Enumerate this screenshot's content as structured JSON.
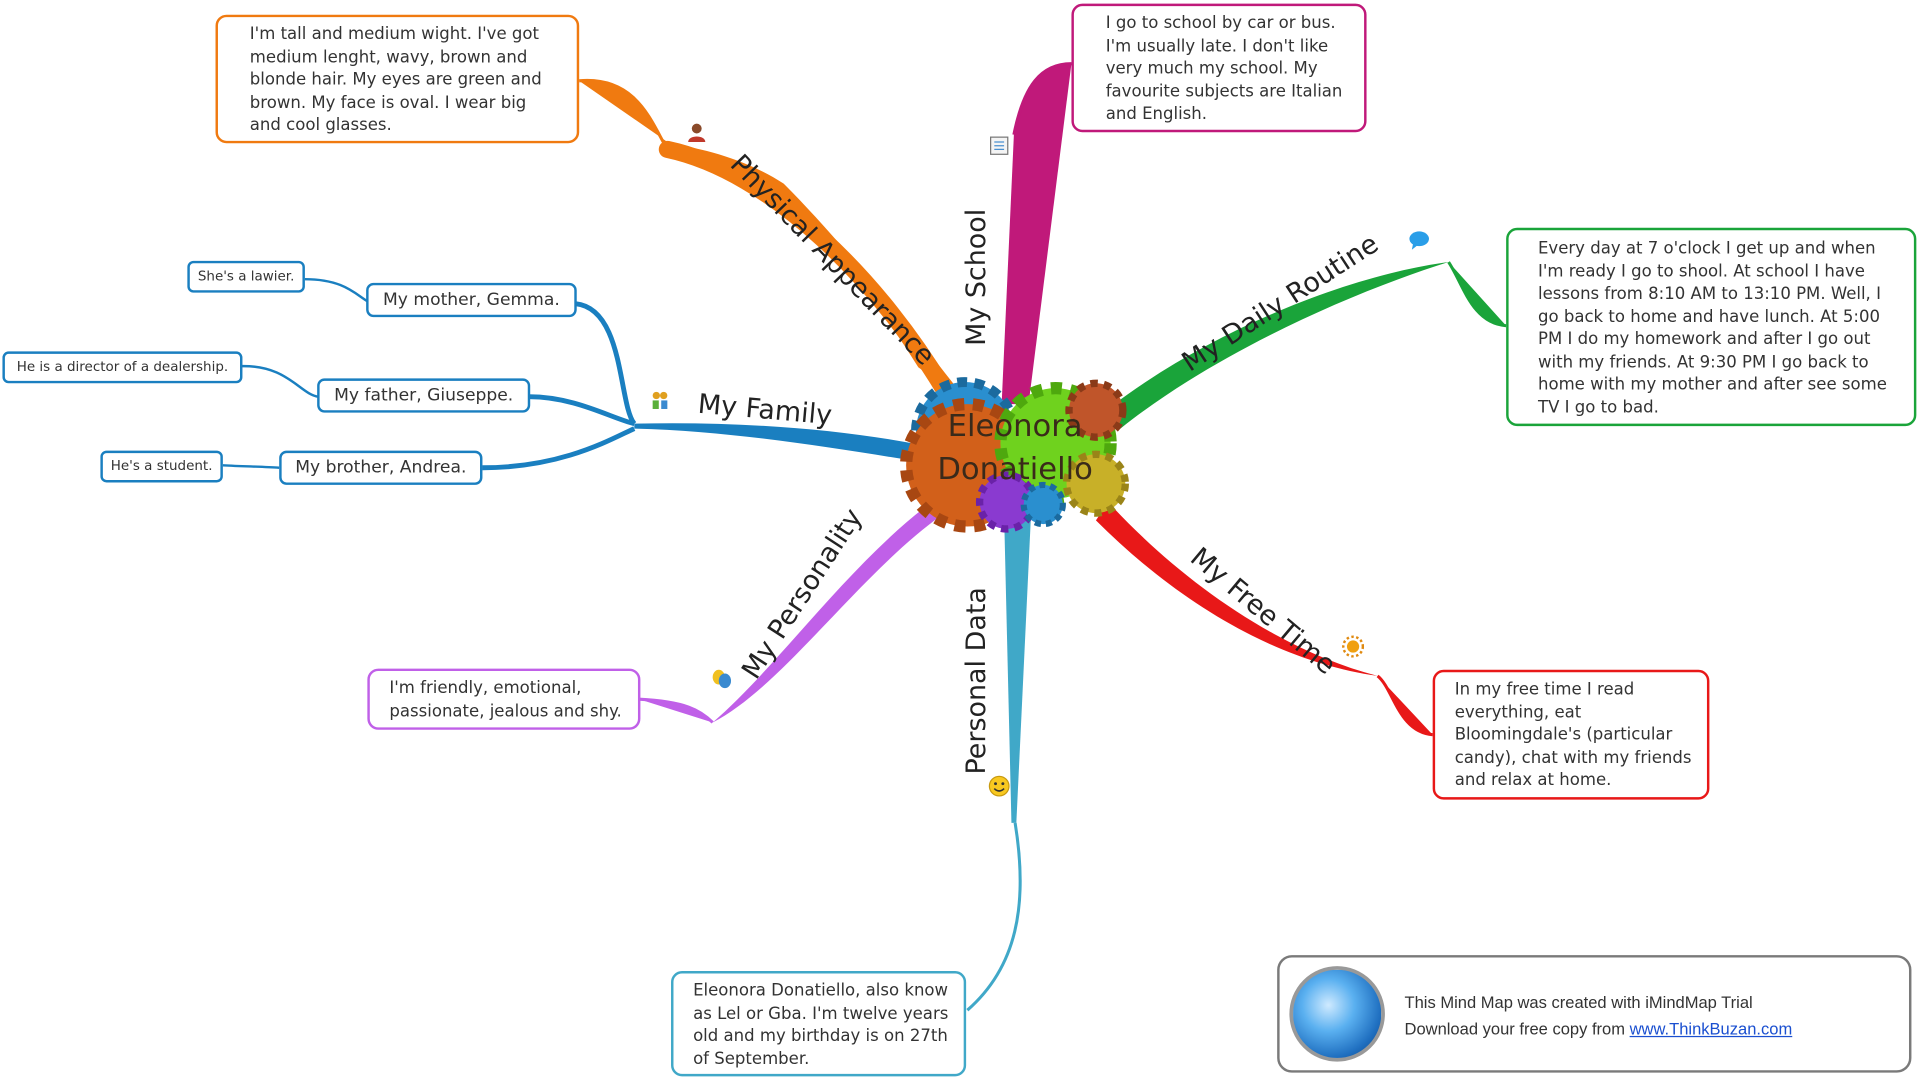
{
  "center": {
    "line1": "Eleonora",
    "line2": "Donatiello"
  },
  "branches": {
    "physical_appearance": {
      "label": "Physical Appearance",
      "color": "#f07a10",
      "text": [
        "I'm tall and medium wight. I've got",
        "medium lenght, wavy, brown and",
        "blonde hair. My eyes are green and",
        "brown. My face is oval. I wear big",
        "and cool glasses."
      ]
    },
    "my_school": {
      "label": "My School",
      "color": "#c0197a",
      "text": [
        "I go to school by car or bus.",
        "I'm usually late. I don't like",
        "very much my school. My",
        "favourite subjects are Italian",
        "and English."
      ]
    },
    "my_daily_routine": {
      "label": "My Daily Routine",
      "color": "#1aa43a",
      "text": [
        "Every day at 7 o'clock I get up and when",
        "I'm ready I go to shool. At school I have",
        "lessons from 8:10 AM to 13:10 PM. Well, I",
        "go back to home and have lunch. At 5:00",
        "PM I do my homework and after I go out",
        "with my friends. At 9:30 PM I go back to",
        "home with my mother and after see some",
        "TV I go to bad."
      ]
    },
    "my_family": {
      "label": "My Family",
      "color": "#1a7fc0",
      "members": [
        {
          "name": "My mother, Gemma.",
          "note": "She's a lawier."
        },
        {
          "name": "My father, Giuseppe.",
          "note": "He is a director of a dealership."
        },
        {
          "name": "My brother, Andrea.",
          "note": "He's a student."
        }
      ]
    },
    "my_free_time": {
      "label": "My Free Time",
      "color": "#e81818",
      "text": [
        "In my free time I read",
        "everything, eat",
        "Bloomingdale's (particular",
        "candy), chat with my friends",
        "and relax at home."
      ]
    },
    "my_personality": {
      "label": "My Personality",
      "color": "#c060e8",
      "text": [
        "I'm friendly, emotional,",
        "passionate, jealous and shy."
      ]
    },
    "personal_data": {
      "label": "Personal Data",
      "color": "#40a8c8",
      "text": [
        "Eleonora Donatiello, also know",
        "as Lel or Gba. I'm twelve years",
        "old and my birthday is on 27th",
        "of September."
      ]
    }
  },
  "watermark": {
    "line1": "This Mind Map was created with iMindMap Trial",
    "line2_prefix": "Download your free copy from ",
    "link": "www.ThinkBuzan.com"
  }
}
